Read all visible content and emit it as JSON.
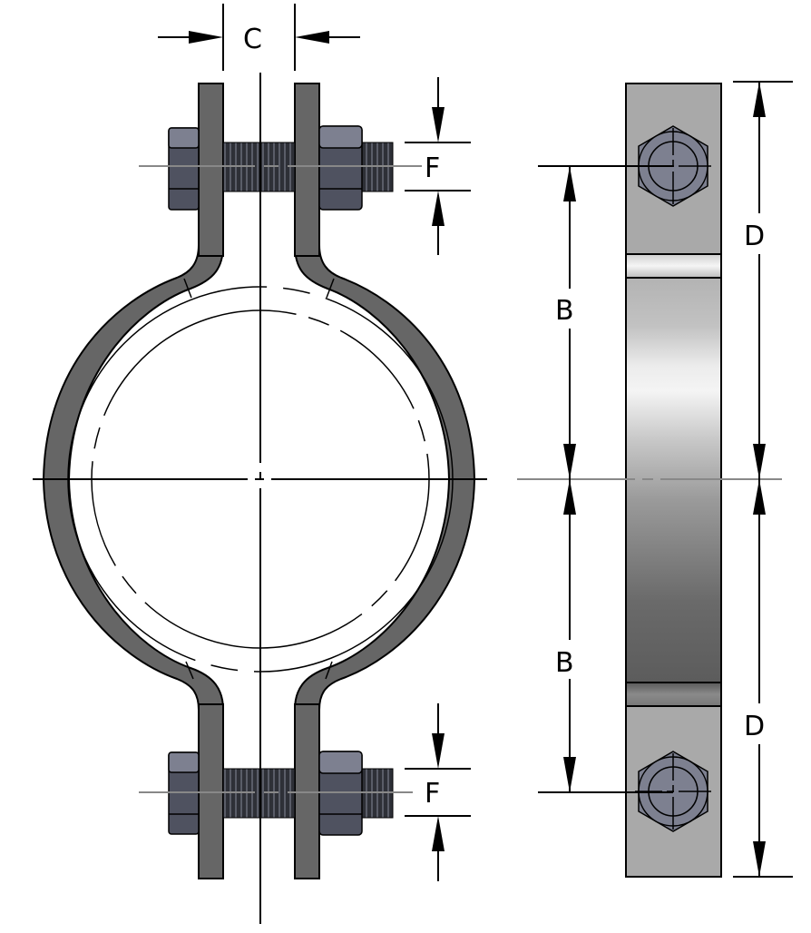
{
  "diagram": {
    "type": "technical-drawing",
    "subject": "two-bolt pipe clamp",
    "views": [
      "front-view",
      "side-view"
    ],
    "colors": {
      "background": "#ffffff",
      "strap_front": "#666666",
      "strap_outline": "#000000",
      "bolt_head": "#7d8090",
      "bolt_face": "#4f5260",
      "thread_rod": "#35373f",
      "side_band_light": "#a9a9a9",
      "side_band_highlight": "#f2f2f2",
      "side_band_dark": "#5f5f5f",
      "center_line": "#888888",
      "dimension_line": "#000000"
    },
    "dimensions": {
      "c": {
        "label": "C",
        "description": "gap between ears"
      },
      "f_top": {
        "label": "F",
        "description": "bolt diameter (top)"
      },
      "f_bottom": {
        "label": "F",
        "description": "bolt diameter (bottom)"
      },
      "b_top": {
        "label": "B",
        "description": "center to bolt (top)"
      },
      "b_bottom": {
        "label": "B",
        "description": "center to bolt (bottom)"
      },
      "d_top": {
        "label": "D",
        "description": "center to top edge"
      },
      "d_bottom": {
        "label": "D",
        "description": "center to bottom edge"
      }
    }
  }
}
